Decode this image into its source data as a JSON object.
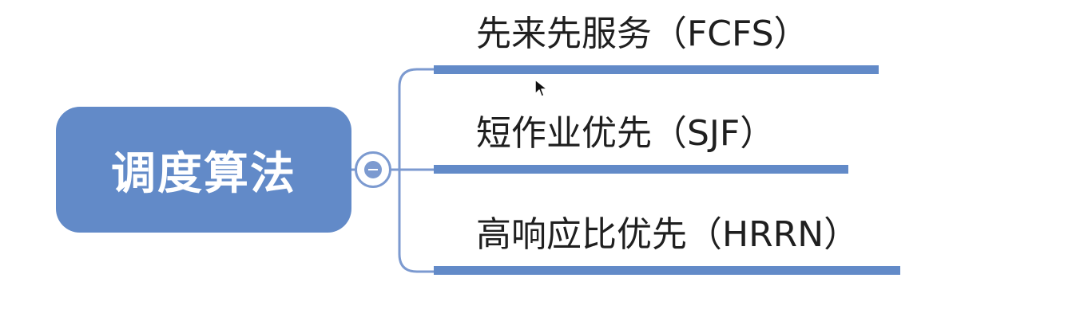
{
  "mindmap": {
    "root": {
      "label": "调度算法"
    },
    "branches": [
      {
        "label": "先来先服务（FCFS）"
      },
      {
        "label": "短作业优先（SJF）"
      },
      {
        "label": "高响应比优先（HRRN）"
      }
    ]
  },
  "colors": {
    "node_fill": "#628ac8",
    "connector": "#7c9ad0",
    "text": "#1f1f1f",
    "background": "#ffffff"
  },
  "icons": {
    "collapse": "minus-icon",
    "cursor": "cursor-icon"
  }
}
